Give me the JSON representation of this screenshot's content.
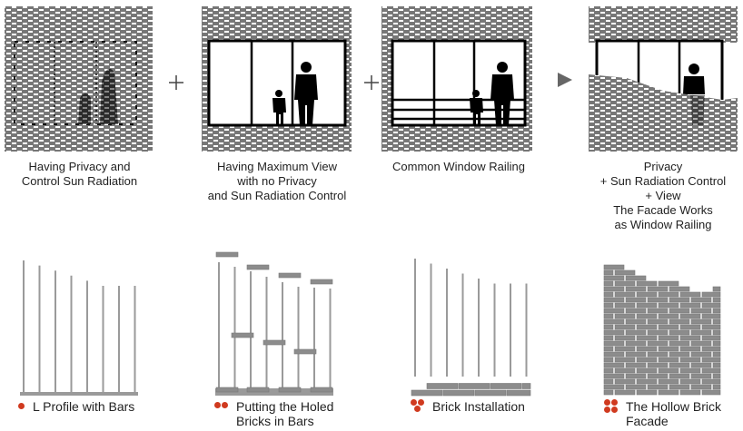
{
  "top_row": {
    "operators": [
      "+",
      "+",
      "▶"
    ],
    "captions": [
      "Having Privacy and\nControl Sun Radiation",
      "Having Maximum View\nwith no Privacy\nand Sun Radiation Control",
      "Common Window Railing",
      "Privacy\n+ Sun Radiation Control\n+ View\nThe Facade Works\nas Window Railing"
    ]
  },
  "bottom_row": {
    "steps": [
      {
        "label": "L Profile with Bars",
        "dots": 1
      },
      {
        "label": "Putting the Holed\nBricks in Bars",
        "dots": 2
      },
      {
        "label": "Brick Installation",
        "dots": 3
      },
      {
        "label": "The Hollow Brick\nFacade",
        "dots": 4
      }
    ]
  },
  "colors": {
    "brick": "#8c8c8c",
    "dot": "#d03a1f",
    "bar": "#9a9a9a"
  }
}
